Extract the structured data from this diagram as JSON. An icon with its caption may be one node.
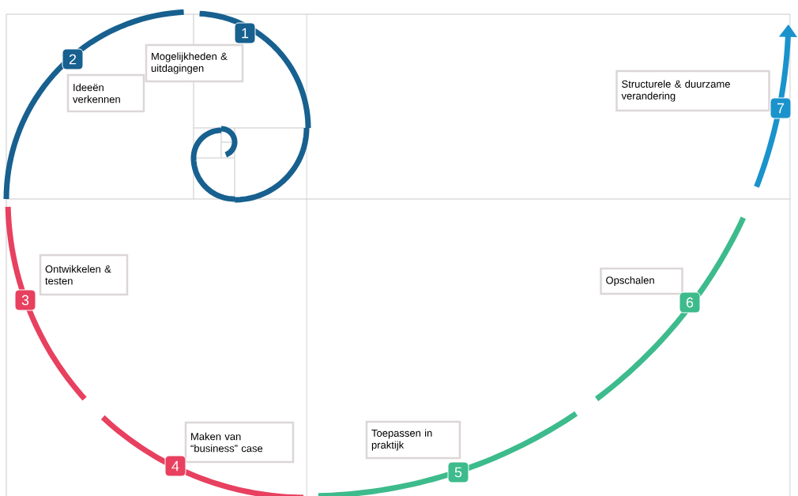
{
  "diagram": {
    "nodes": [
      {
        "text": [
          "1"
        ]
      },
      {
        "text": [
          "Mogelijkheden & uitdagingen"
        ]
      },
      {
        "text": [
          "2"
        ]
      },
      {
        "text": [
          "Ideeën verkennen"
        ]
      },
      {
        "text": [
          "3"
        ]
      },
      {
        "text": [
          "Ontwikkelen & testen"
        ]
      },
      {
        "text": [
          "4"
        ]
      },
      {
        "text": [
          "Maken van “business” case"
        ]
      },
      {
        "text": [
          "5"
        ]
      },
      {
        "text": [
          "Toepassen in praktijk"
        ]
      },
      {
        "text": [
          "6"
        ]
      },
      {
        "text": [
          "Opschalen"
        ]
      },
      {
        "text": [
          "7"
        ]
      },
      {
        "text": [
          "Structurele & duurzame verandering"
        ]
      }
    ]
  }
}
